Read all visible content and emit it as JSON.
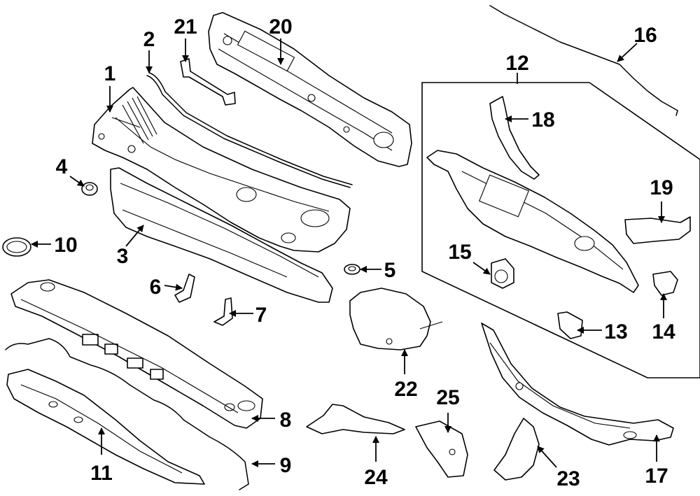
{
  "callouts": {
    "c1": "1",
    "c2": "2",
    "c3": "3",
    "c4": "4",
    "c5": "5",
    "c6": "6",
    "c7": "7",
    "c8": "8",
    "c9": "9",
    "c10": "10",
    "c11": "11",
    "c12": "12",
    "c13": "13",
    "c14": "14",
    "c15": "15",
    "c16": "16",
    "c17": "17",
    "c18": "18",
    "c19": "19",
    "c20": "20",
    "c21": "21",
    "c22": "22",
    "c23": "23",
    "c24": "24",
    "c25": "25"
  },
  "colors": {
    "ink": "#000000",
    "paper": "#ffffff"
  }
}
